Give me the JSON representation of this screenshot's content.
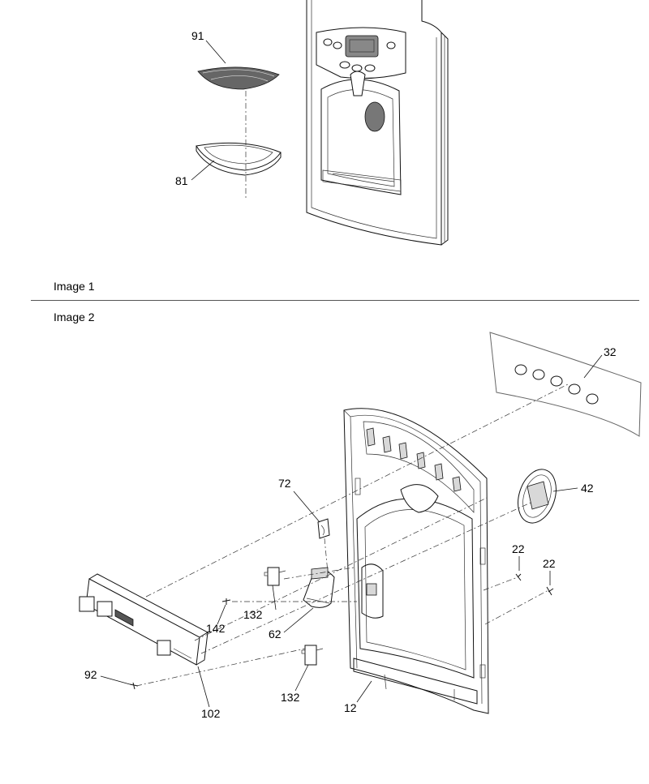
{
  "captions": {
    "image1": "Image 1",
    "image2": "Image 2"
  },
  "callouts": {
    "c91": "91",
    "c81": "81",
    "c32": "32",
    "c42": "42",
    "c72": "72",
    "c22a": "22",
    "c22b": "22",
    "c132a": "132",
    "c142": "142",
    "c62": "62",
    "c92": "92",
    "c102": "102",
    "c132b": "132",
    "c12": "12"
  }
}
